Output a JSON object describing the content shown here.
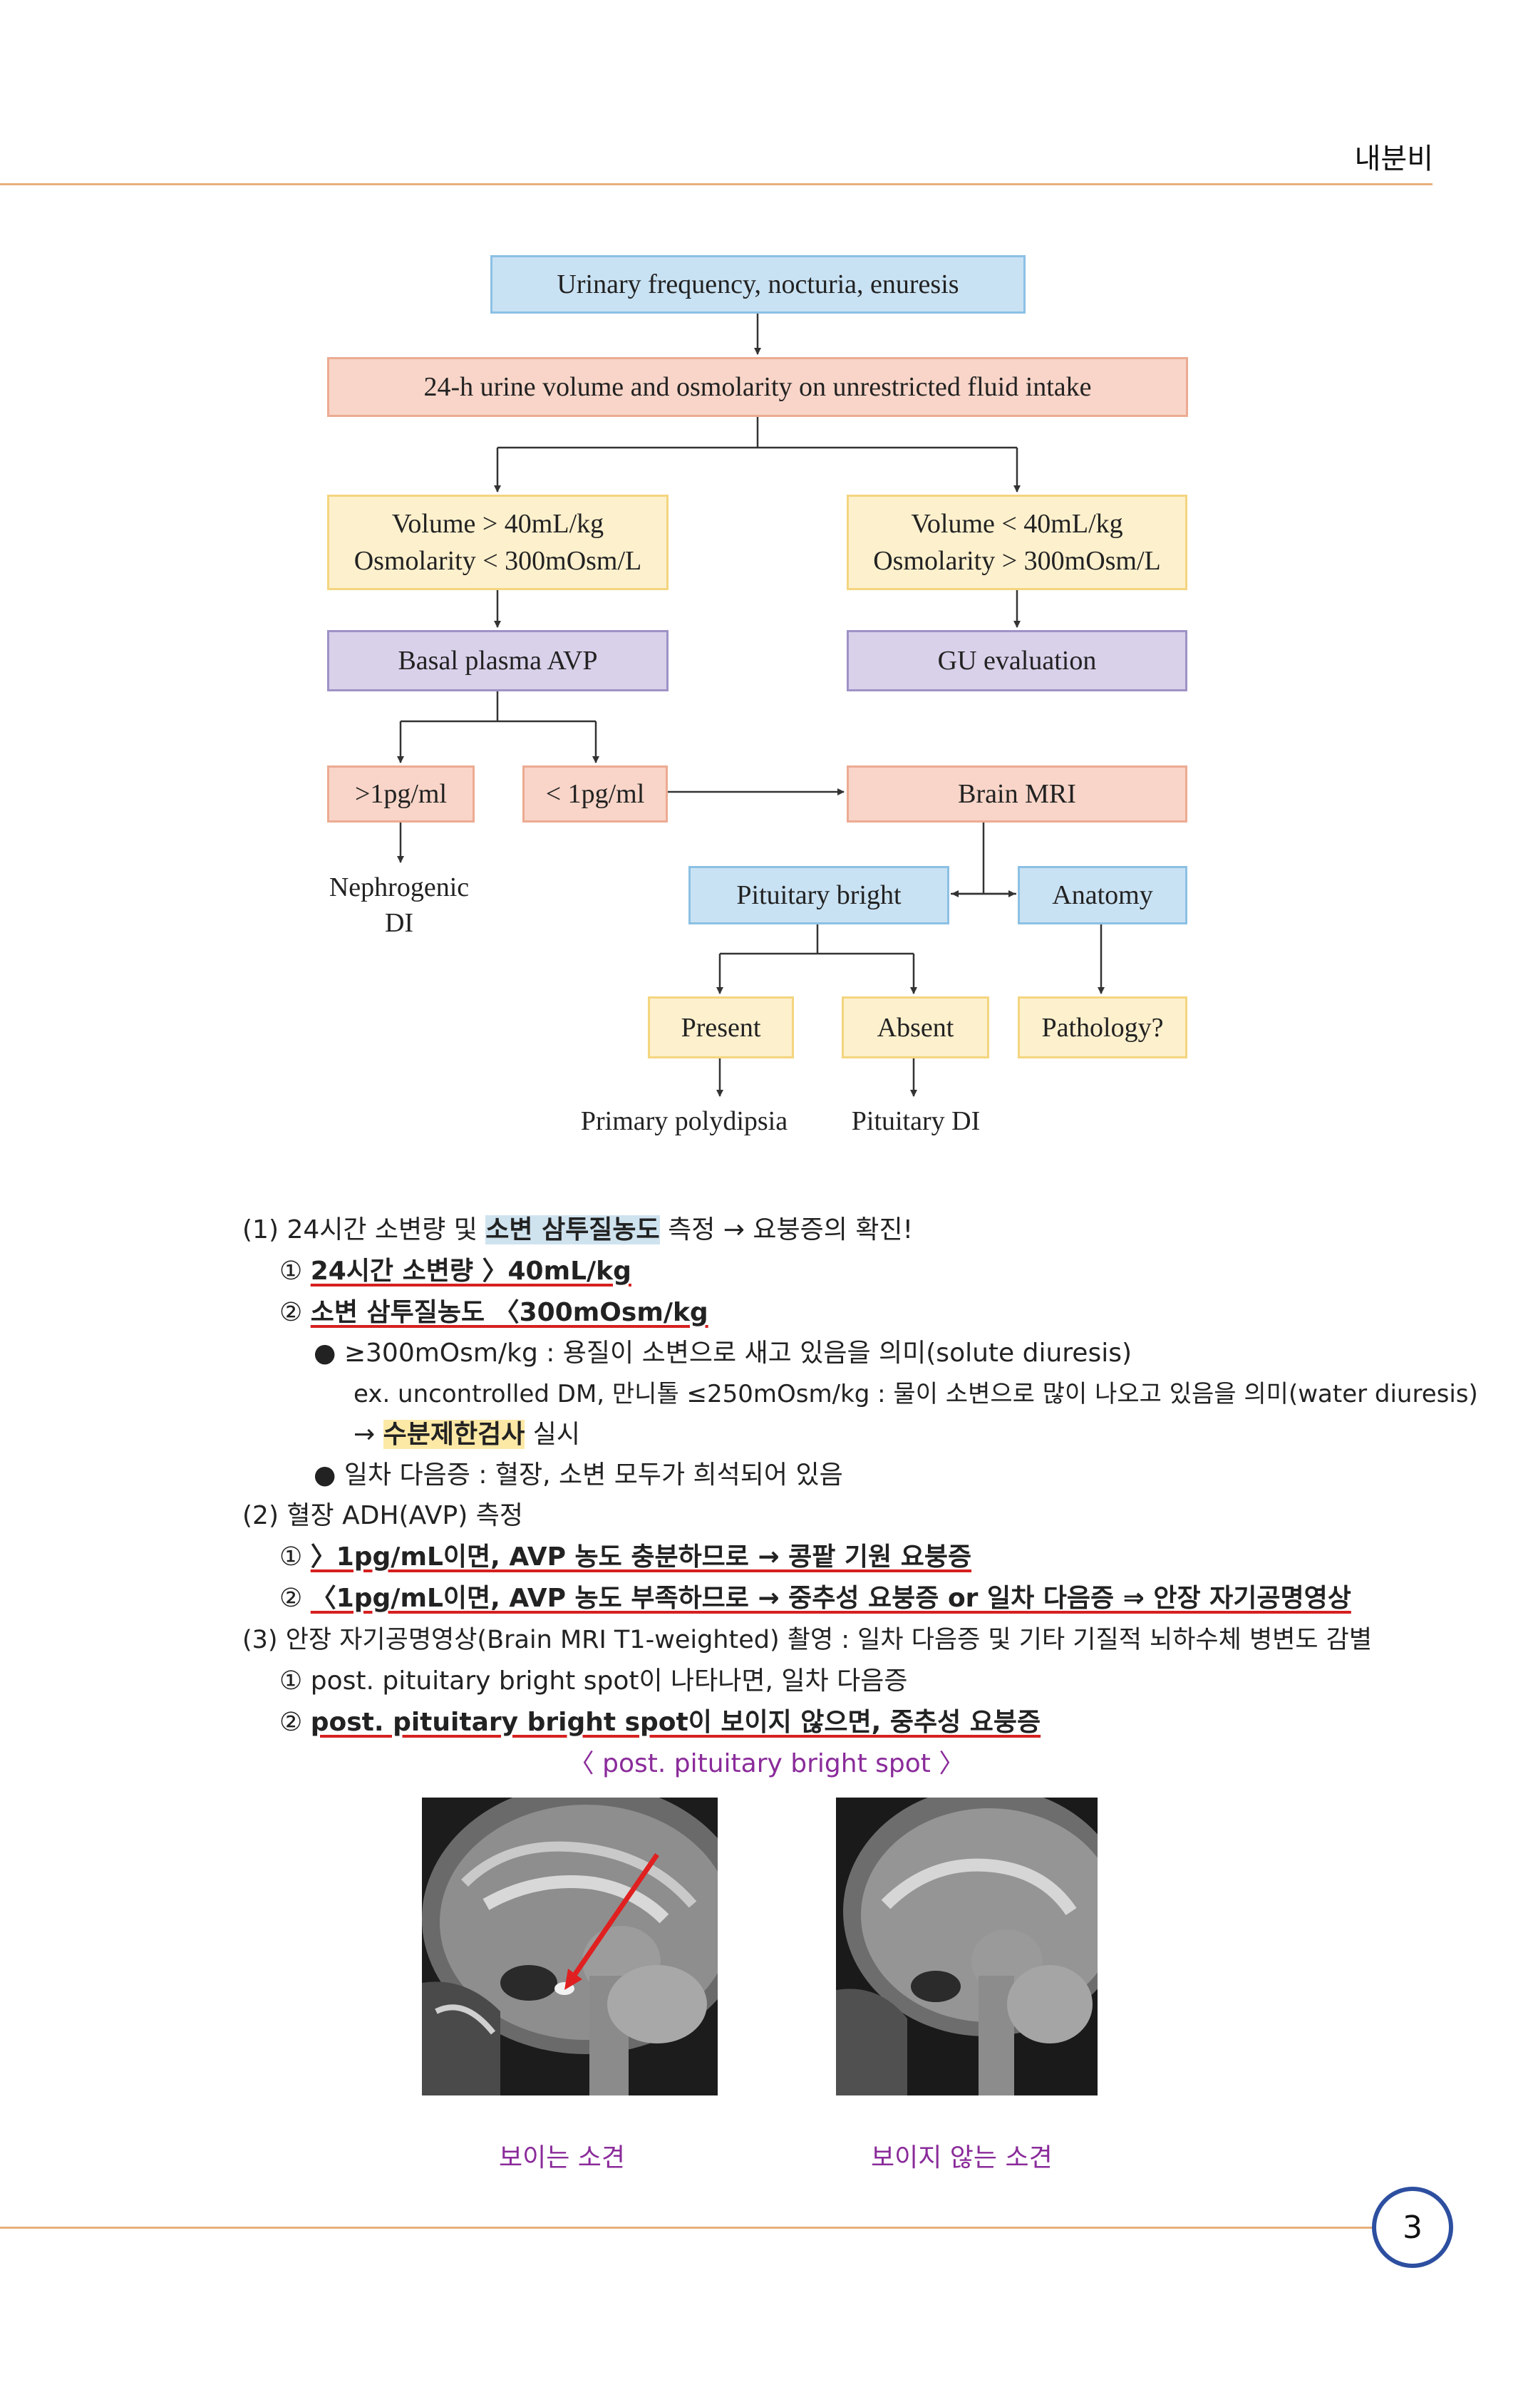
{
  "header": {
    "title": "내분비"
  },
  "flowchart": {
    "top": "Urinary frequency, nocturia, enuresis",
    "second": "24-h urine volume and osmolarity on unrestricted fluid intake",
    "left_cond_l1": "Volume > 40mL/kg",
    "left_cond_l2": "Osmolarity < 300mOsm/L",
    "right_cond_l1": "Volume < 40mL/kg",
    "right_cond_l2": "Osmolarity > 300mOsm/L",
    "basal": "Basal plasma AVP",
    "gu": "GU evaluation",
    "gt1": ">1pg/ml",
    "lt1": "< 1pg/ml",
    "brain_mri": "Brain MRI",
    "nephro_l1": "Nephrogenic",
    "nephro_l2": "DI",
    "pit_bright": "Pituitary bright",
    "anatomy": "Anatomy",
    "present": "Present",
    "absent": "Absent",
    "pathology": "Pathology?",
    "primary": "Primary polydipsia",
    "pituitary_di": "Pituitary DI"
  },
  "notes": {
    "s1_a": "(1) 24시간 소변량 및 ",
    "s1_hl": "소변 삼투질농도",
    "s1_b": " 측정 → 요붕증의 확진!",
    "s1_i1_num": "① ",
    "s1_i1": "24시간 소변량 〉40mL/kg",
    "s1_i2_num": "② ",
    "s1_i2": "소변 삼투질농도 〈300mOsm/kg",
    "b1": "≥300mOsm/kg : 용질이 소변으로 새고 있음을 의미(solute diuresis)",
    "b1_ex": "ex. uncontrolled DM, 만니톨 ≤250mOsm/kg : 물이 소변으로 많이 나오고 있음을 의미(water diuresis)",
    "b1_arrow": "→ ",
    "b1_hl": "수분제한검사",
    "b1_tail": " 실시",
    "b2": "일차 다음증 : 혈장, 소변 모두가 희석되어 있음",
    "s2": "(2) 혈장 ADH(AVP) 측정",
    "s2_i1_num": "① ",
    "s2_i1": "〉1pg/mL이면, AVP 농도 충분하므로 → 콩팥 기원 요붕증",
    "s2_i2_num": "② ",
    "s2_i2": "〈1pg/mL이면, AVP 농도 부족하므로 → 중추성 요붕증 or 일차 다음증 ⇒ 안장 자기공명영상",
    "s3": "(3) 안장 자기공명영상(Brain MRI T1-weighted) 촬영 : 일차 다음증 및 기타 기질적 뇌하수체 병변도 감별",
    "s3_i1": "① post. pituitary bright spot이 나타나면, 일차 다음증",
    "s3_i2_num": "② ",
    "s3_i2": "post. pituitary bright spot이 보이지 않으면, 중추성 요붕증",
    "fig_title": "〈 post. pituitary bright spot 〉",
    "cap_left": "보이는 소견",
    "cap_right": "보이지 않는 소견"
  },
  "page_number": "3",
  "colors": {
    "accent_rule": "#e6b07a",
    "caption": "#8a2b9a",
    "underline": "#d62020",
    "page_circle": "#2d4fa0"
  }
}
